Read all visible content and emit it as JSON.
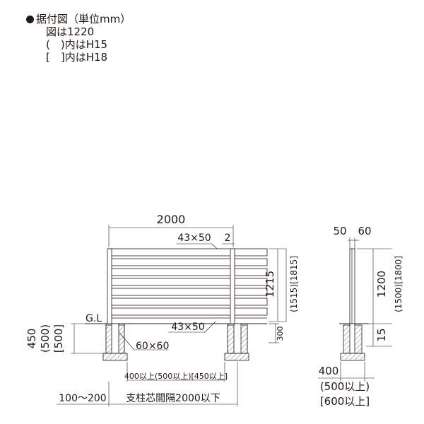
{
  "notes": {
    "title": "据付図（単位mm）",
    "line1": "図は1220",
    "line2": "(　)内はH15",
    "line3": "[　]内はH18"
  },
  "front_view": {
    "width_total": "2000",
    "board_size": "43×50",
    "gap": "2",
    "height_main": "1215",
    "height_alt": "(1515)[1815]",
    "gl": "G.L",
    "bottom_board": "43×50",
    "embed_300": "300",
    "depth_450": "450",
    "depth_500": "(500)",
    "depth_500b": "[500]",
    "post_size": "60×60",
    "foundation_spacing": "400以上(500以上)[450以上]",
    "overhang": "100～200",
    "post_pitch": "支柱芯間隔2000以下"
  },
  "side_view": {
    "dim_50": "50",
    "dim_60": "60",
    "height_main": "1200",
    "height_alt": "(1500)[1800]",
    "dim_15": "15",
    "base_400": "400",
    "base_500": "(500以上)",
    "base_600": "[600以上]"
  }
}
